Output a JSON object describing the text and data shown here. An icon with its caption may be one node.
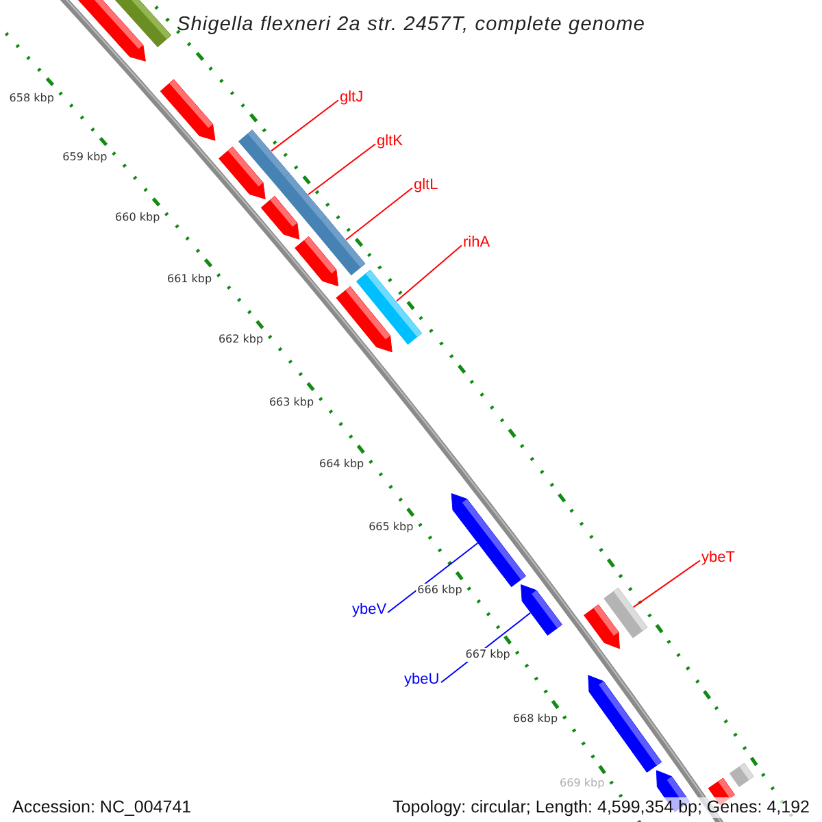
{
  "diagram": {
    "title": "Shigella flexneri 2a str. 2457T, complete genome",
    "nodes": [
      {
        "text": [],
        "shape": "pentagon"
      },
      {
        "text": [],
        "shape": "bar"
      },
      {
        "text": [],
        "shape": "pentagon"
      },
      {
        "text": [
          "gltJ"
        ]
      },
      {
        "text": [],
        "shape": "bar"
      },
      {
        "text": [
          "gltK"
        ]
      },
      {
        "text": [],
        "shape": "bar"
      },
      {
        "text": [
          "gltL"
        ]
      },
      {
        "text": [],
        "shape": "bar"
      },
      {
        "text": [],
        "shape": "pentagon"
      },
      {
        "text": [],
        "shape": "pentagon"
      },
      {
        "text": [],
        "shape": "pentagon"
      },
      {
        "text": [
          "rihA"
        ]
      },
      {
        "text": [],
        "shape": "bar"
      },
      {
        "text": [],
        "shape": "pentagon"
      },
      {
        "text": [],
        "shape": "pentagon"
      },
      {
        "text": [
          "ybeV"
        ]
      },
      {
        "text": [],
        "shape": "pentagon"
      },
      {
        "text": [
          "ybeT"
        ]
      },
      {
        "text": [],
        "shape": "bar"
      },
      {
        "text": [],
        "shape": "pentagon"
      },
      {
        "text": [
          "ybeU"
        ]
      },
      {
        "text": [],
        "shape": "pentagon"
      },
      {
        "text": [],
        "shape": "pentagon"
      },
      {
        "text": [],
        "shape": "bar"
      },
      {
        "text": [],
        "shape": "bar"
      }
    ],
    "edges": [
      {
        "from": 3,
        "to": 4,
        "arrow": "none"
      },
      {
        "from": 5,
        "to": 6,
        "arrow": "none"
      },
      {
        "from": 7,
        "to": 8,
        "arrow": "none"
      },
      {
        "from": 12,
        "to": 13,
        "arrow": "none"
      },
      {
        "from": 16,
        "to": 15,
        "arrow": "none",
        "color": "#0000ff"
      },
      {
        "from": 18,
        "to": 19,
        "arrow": "none"
      },
      {
        "from": 21,
        "to": 17,
        "arrow": "none",
        "color": "#0000ff"
      }
    ],
    "labels": [
      "658 kbp",
      "659 kbp",
      "660 kbp",
      "661 kbp",
      "662 kbp",
      "663 kbp",
      "664 kbp",
      "665 kbp",
      "666 kbp",
      "667 kbp",
      "668 kbp",
      "669 kbp",
      "Accession: NC_004741",
      "Topology: circular; Length: 4,599,354 bp; Genes: 4,192"
    ]
  }
}
